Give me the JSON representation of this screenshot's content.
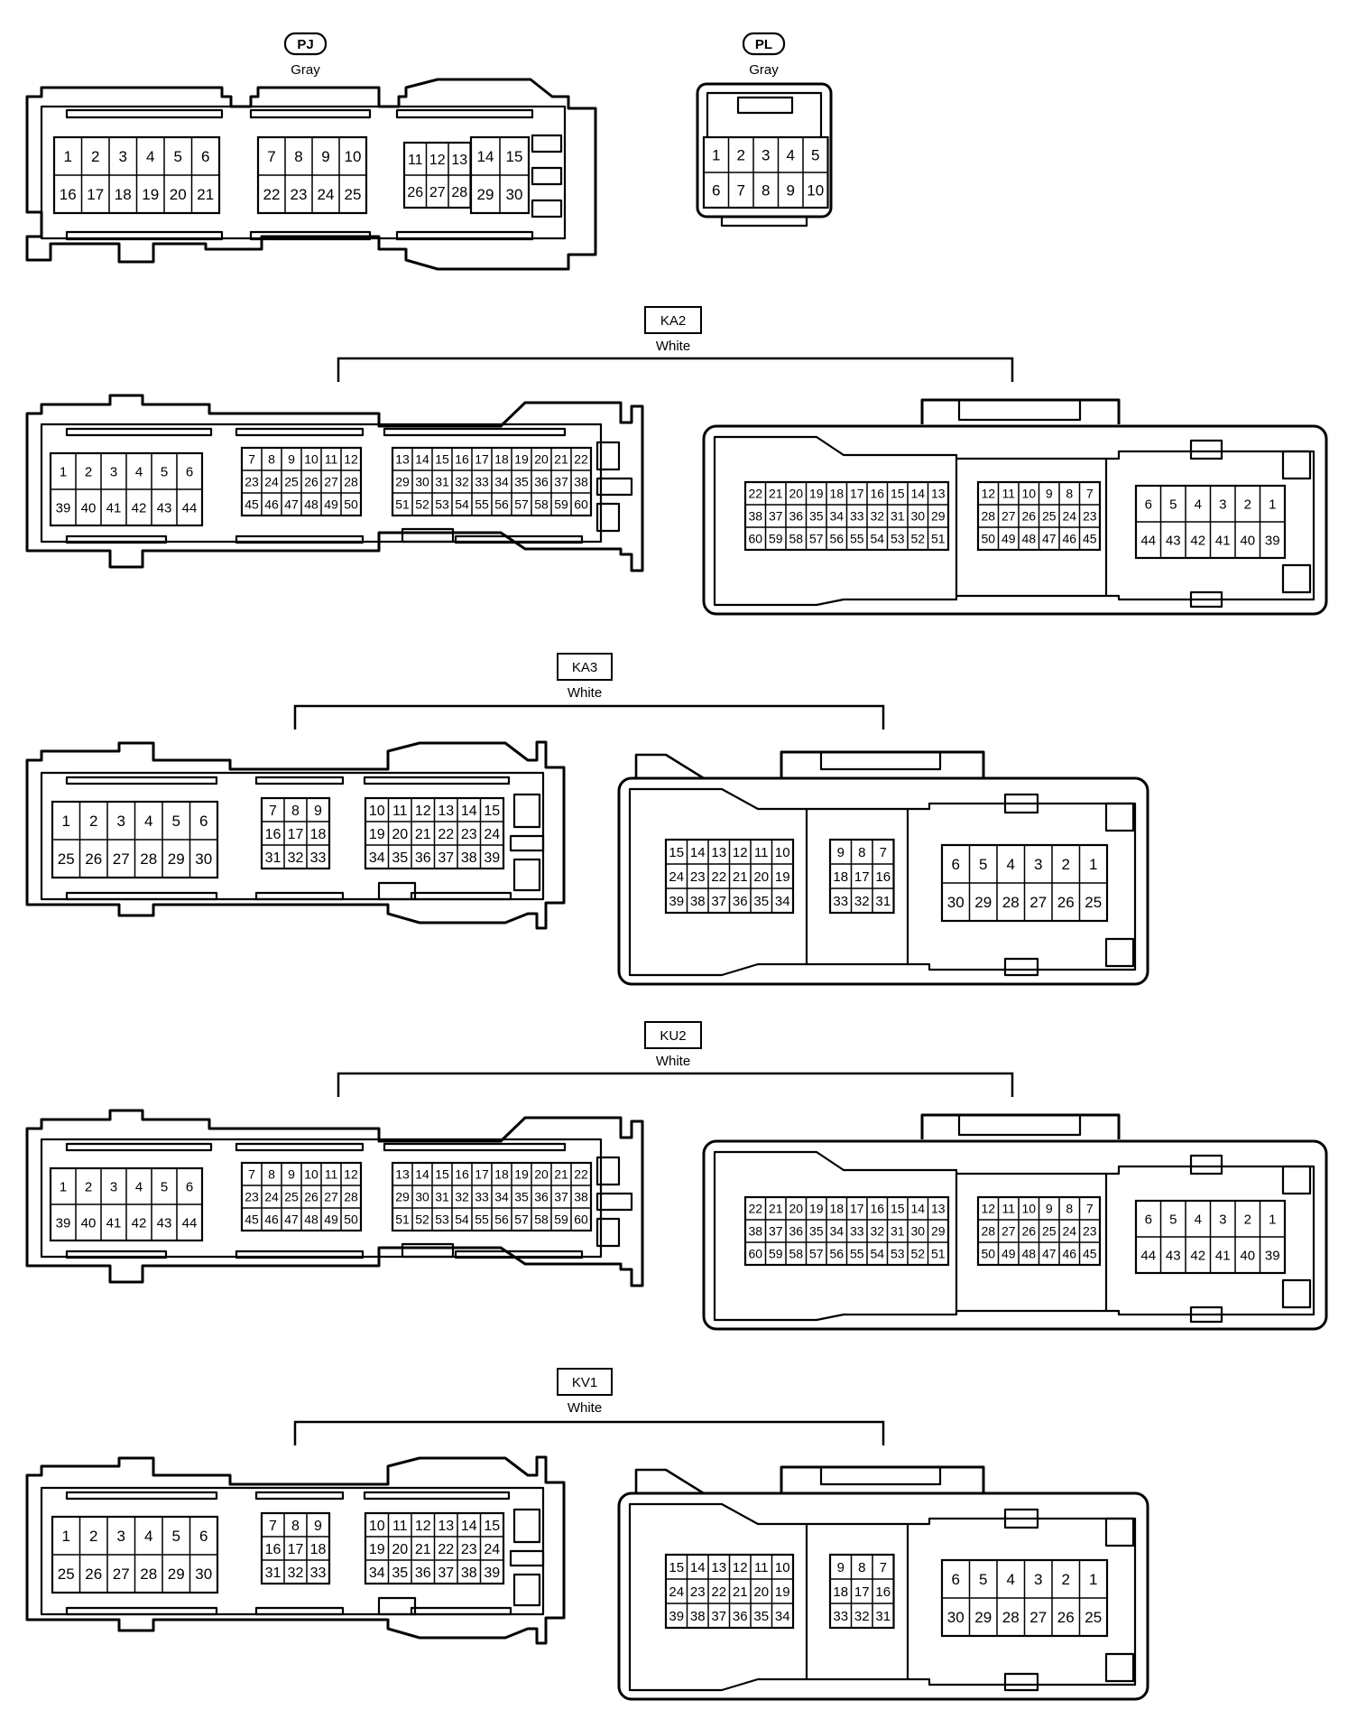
{
  "connectors": {
    "pj": {
      "code": "PJ",
      "color": "Gray",
      "blocks": [
        {
          "rows": [
            [
              "1",
              "2",
              "3",
              "4",
              "5",
              "6"
            ],
            [
              "16",
              "17",
              "18",
              "19",
              "20",
              "21"
            ]
          ]
        },
        {
          "rows": [
            [
              "7",
              "8",
              "9",
              "10"
            ],
            [
              "22",
              "23",
              "24",
              "25"
            ]
          ]
        },
        {
          "rows": [
            [
              "11",
              "12",
              "13"
            ],
            [
              "26",
              "27",
              "28"
            ]
          ]
        },
        {
          "rows": [
            [
              "14",
              "15"
            ],
            [
              "29",
              "30"
            ]
          ]
        }
      ]
    },
    "pl": {
      "code": "PL",
      "color": "Gray",
      "blocks": [
        {
          "rows": [
            [
              "1",
              "2",
              "3",
              "4",
              "5"
            ],
            [
              "6",
              "7",
              "8",
              "9",
              "10"
            ]
          ]
        }
      ]
    },
    "ka2": {
      "code": "KA2",
      "color": "White",
      "male": [
        {
          "rows": [
            [
              "1",
              "2",
              "3",
              "4",
              "5",
              "6"
            ],
            [
              "39",
              "40",
              "41",
              "42",
              "43",
              "44"
            ]
          ]
        },
        {
          "rows": [
            [
              "7",
              "8",
              "9",
              "10",
              "11",
              "12"
            ],
            [
              "23",
              "24",
              "25",
              "26",
              "27",
              "28"
            ],
            [
              "45",
              "46",
              "47",
              "48",
              "49",
              "50"
            ]
          ]
        },
        {
          "rows": [
            [
              "13",
              "14",
              "15",
              "16",
              "17",
              "18",
              "19",
              "20",
              "21",
              "22"
            ],
            [
              "29",
              "30",
              "31",
              "32",
              "33",
              "34",
              "35",
              "36",
              "37",
              "38"
            ],
            [
              "51",
              "52",
              "53",
              "54",
              "55",
              "56",
              "57",
              "58",
              "59",
              "60"
            ]
          ]
        }
      ],
      "female": [
        {
          "rows": [
            [
              "22",
              "21",
              "20",
              "19",
              "18",
              "17",
              "16",
              "15",
              "14",
              "13"
            ],
            [
              "38",
              "37",
              "36",
              "35",
              "34",
              "33",
              "32",
              "31",
              "30",
              "29"
            ],
            [
              "60",
              "59",
              "58",
              "57",
              "56",
              "55",
              "54",
              "53",
              "52",
              "51"
            ]
          ]
        },
        {
          "rows": [
            [
              "12",
              "11",
              "10",
              "9",
              "8",
              "7"
            ],
            [
              "28",
              "27",
              "26",
              "25",
              "24",
              "23"
            ],
            [
              "50",
              "49",
              "48",
              "47",
              "46",
              "45"
            ]
          ]
        },
        {
          "rows": [
            [
              "6",
              "5",
              "4",
              "3",
              "2",
              "1"
            ],
            [
              "44",
              "43",
              "42",
              "41",
              "40",
              "39"
            ]
          ]
        }
      ]
    },
    "ka3": {
      "code": "KA3",
      "color": "White",
      "male": [
        {
          "rows": [
            [
              "1",
              "2",
              "3",
              "4",
              "5",
              "6"
            ],
            [
              "25",
              "26",
              "27",
              "28",
              "29",
              "30"
            ]
          ]
        },
        {
          "rows": [
            [
              "7",
              "8",
              "9"
            ],
            [
              "16",
              "17",
              "18"
            ],
            [
              "31",
              "32",
              "33"
            ]
          ]
        },
        {
          "rows": [
            [
              "10",
              "11",
              "12",
              "13",
              "14",
              "15"
            ],
            [
              "19",
              "20",
              "21",
              "22",
              "23",
              "24"
            ],
            [
              "34",
              "35",
              "36",
              "37",
              "38",
              "39"
            ]
          ]
        }
      ],
      "female": [
        {
          "rows": [
            [
              "15",
              "14",
              "13",
              "12",
              "11",
              "10"
            ],
            [
              "24",
              "23",
              "22",
              "21",
              "20",
              "19"
            ],
            [
              "39",
              "38",
              "37",
              "36",
              "35",
              "34"
            ]
          ]
        },
        {
          "rows": [
            [
              "9",
              "8",
              "7"
            ],
            [
              "18",
              "17",
              "16"
            ],
            [
              "33",
              "32",
              "31"
            ]
          ]
        },
        {
          "rows": [
            [
              "6",
              "5",
              "4",
              "3",
              "2",
              "1"
            ],
            [
              "30",
              "29",
              "28",
              "27",
              "26",
              "25"
            ]
          ]
        }
      ]
    },
    "ku2": {
      "code": "KU2",
      "color": "White",
      "male": [
        {
          "rows": [
            [
              "1",
              "2",
              "3",
              "4",
              "5",
              "6"
            ],
            [
              "39",
              "40",
              "41",
              "42",
              "43",
              "44"
            ]
          ]
        },
        {
          "rows": [
            [
              "7",
              "8",
              "9",
              "10",
              "11",
              "12"
            ],
            [
              "23",
              "24",
              "25",
              "26",
              "27",
              "28"
            ],
            [
              "45",
              "46",
              "47",
              "48",
              "49",
              "50"
            ]
          ]
        },
        {
          "rows": [
            [
              "13",
              "14",
              "15",
              "16",
              "17",
              "18",
              "19",
              "20",
              "21",
              "22"
            ],
            [
              "29",
              "30",
              "31",
              "32",
              "33",
              "34",
              "35",
              "36",
              "37",
              "38"
            ],
            [
              "51",
              "52",
              "53",
              "54",
              "55",
              "56",
              "57",
              "58",
              "59",
              "60"
            ]
          ]
        }
      ],
      "female": [
        {
          "rows": [
            [
              "22",
              "21",
              "20",
              "19",
              "18",
              "17",
              "16",
              "15",
              "14",
              "13"
            ],
            [
              "38",
              "37",
              "36",
              "35",
              "34",
              "33",
              "32",
              "31",
              "30",
              "29"
            ],
            [
              "60",
              "59",
              "58",
              "57",
              "56",
              "55",
              "54",
              "53",
              "52",
              "51"
            ]
          ]
        },
        {
          "rows": [
            [
              "12",
              "11",
              "10",
              "9",
              "8",
              "7"
            ],
            [
              "28",
              "27",
              "26",
              "25",
              "24",
              "23"
            ],
            [
              "50",
              "49",
              "48",
              "47",
              "46",
              "45"
            ]
          ]
        },
        {
          "rows": [
            [
              "6",
              "5",
              "4",
              "3",
              "2",
              "1"
            ],
            [
              "44",
              "43",
              "42",
              "41",
              "40",
              "39"
            ]
          ]
        }
      ]
    },
    "kv1": {
      "code": "KV1",
      "color": "White",
      "male": [
        {
          "rows": [
            [
              "1",
              "2",
              "3",
              "4",
              "5",
              "6"
            ],
            [
              "25",
              "26",
              "27",
              "28",
              "29",
              "30"
            ]
          ]
        },
        {
          "rows": [
            [
              "7",
              "8",
              "9"
            ],
            [
              "16",
              "17",
              "18"
            ],
            [
              "31",
              "32",
              "33"
            ]
          ]
        },
        {
          "rows": [
            [
              "10",
              "11",
              "12",
              "13",
              "14",
              "15"
            ],
            [
              "19",
              "20",
              "21",
              "22",
              "23",
              "24"
            ],
            [
              "34",
              "35",
              "36",
              "37",
              "38",
              "39"
            ]
          ]
        }
      ],
      "female": [
        {
          "rows": [
            [
              "15",
              "14",
              "13",
              "12",
              "11",
              "10"
            ],
            [
              "24",
              "23",
              "22",
              "21",
              "20",
              "19"
            ],
            [
              "39",
              "38",
              "37",
              "36",
              "35",
              "34"
            ]
          ]
        },
        {
          "rows": [
            [
              "9",
              "8",
              "7"
            ],
            [
              "18",
              "17",
              "16"
            ],
            [
              "33",
              "32",
              "31"
            ]
          ]
        },
        {
          "rows": [
            [
              "6",
              "5",
              "4",
              "3",
              "2",
              "1"
            ],
            [
              "30",
              "29",
              "28",
              "27",
              "26",
              "25"
            ]
          ]
        }
      ]
    }
  }
}
